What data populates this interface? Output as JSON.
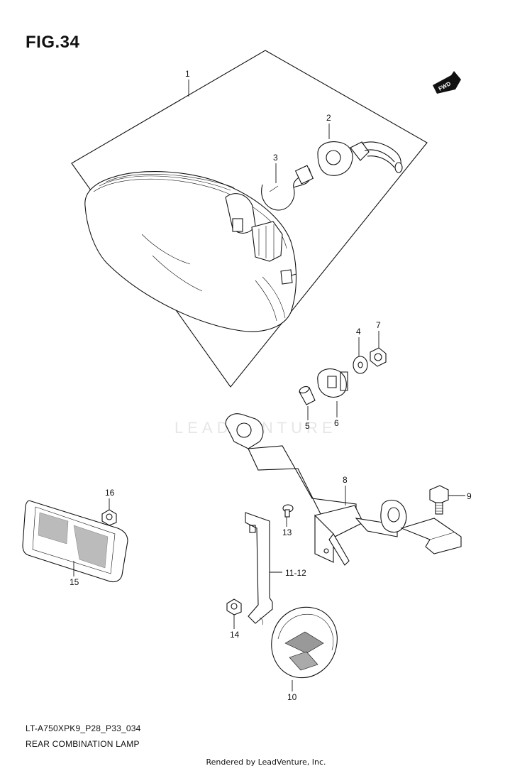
{
  "figure": {
    "title": "FIG.34",
    "model_code": "LT-A750XPK9_P28_P33_034",
    "assembly_name": "REAR COMBINATION LAMP",
    "fwd_label": "FWD",
    "rendered_by": "Rendered by LeadVenture, Inc.",
    "watermark": "LEADVENTURE"
  },
  "callouts": [
    {
      "label": "1",
      "part": "lamp-assembly"
    },
    {
      "label": "2",
      "part": "socket-wire"
    },
    {
      "label": "3",
      "part": "bulb"
    },
    {
      "label": "4",
      "part": "washer"
    },
    {
      "label": "5",
      "part": "spacer"
    },
    {
      "label": "6",
      "part": "grommet"
    },
    {
      "label": "7",
      "part": "nut"
    },
    {
      "label": "8",
      "part": "bracket"
    },
    {
      "label": "9",
      "part": "bolt"
    },
    {
      "label": "10",
      "part": "round-reflector"
    },
    {
      "label": "11-12",
      "part": "reflector-stay"
    },
    {
      "label": "13",
      "part": "screw"
    },
    {
      "label": "14",
      "part": "stay-nut"
    },
    {
      "label": "15",
      "part": "rectangular-reflector"
    },
    {
      "label": "16",
      "part": "reflector-nut"
    }
  ]
}
